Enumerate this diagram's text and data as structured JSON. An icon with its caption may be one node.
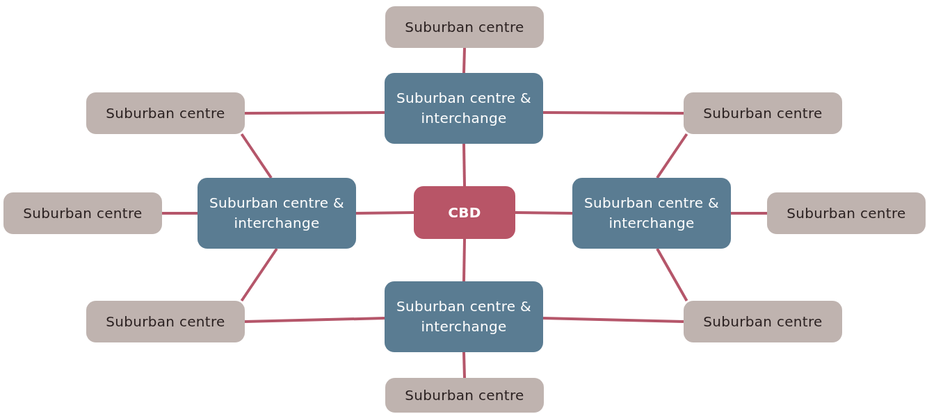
{
  "diagram": {
    "nodes": [
      {
        "text": [
          "Suburban centre"
        ]
      },
      {
        "text": [
          "Suburban centre"
        ]
      },
      {
        "text": [
          "Suburban centre & interchange"
        ]
      },
      {
        "text": [
          "Suburban centre"
        ]
      },
      {
        "text": [
          "Suburban centre"
        ]
      },
      {
        "text": [
          "Suburban centre & interchange"
        ]
      },
      {
        "text": [
          "CBD"
        ]
      },
      {
        "text": [
          "Suburban centre & interchange"
        ]
      },
      {
        "text": [
          "Suburban centre"
        ]
      },
      {
        "text": [
          "Suburban centre"
        ]
      },
      {
        "text": [
          "Suburban centre & interchange"
        ]
      },
      {
        "text": [
          "Suburban centre"
        ]
      },
      {
        "text": [
          "Suburban centre"
        ]
      }
    ],
    "edges": [
      {
        "from": 2,
        "to": 6,
        "arrow": "none"
      },
      {
        "from": 5,
        "to": 6,
        "arrow": "none"
      },
      {
        "from": 7,
        "to": 6,
        "arrow": "none"
      },
      {
        "from": 10,
        "to": 6,
        "arrow": "none"
      },
      {
        "from": 2,
        "to": 0,
        "arrow": "none"
      },
      {
        "from": 2,
        "to": 1,
        "arrow": "none"
      },
      {
        "from": 2,
        "to": 3,
        "arrow": "none"
      },
      {
        "from": 5,
        "to": 1,
        "arrow": "none"
      },
      {
        "from": 5,
        "to": 4,
        "arrow": "none"
      },
      {
        "from": 5,
        "to": 9,
        "arrow": "none"
      },
      {
        "from": 7,
        "to": 3,
        "arrow": "none"
      },
      {
        "from": 7,
        "to": 8,
        "arrow": "none"
      },
      {
        "from": 7,
        "to": 11,
        "arrow": "none"
      },
      {
        "from": 10,
        "to": 9,
        "arrow": "none"
      },
      {
        "from": 10,
        "to": 11,
        "arrow": "none"
      },
      {
        "from": 10,
        "to": 12,
        "arrow": "none"
      }
    ]
  }
}
